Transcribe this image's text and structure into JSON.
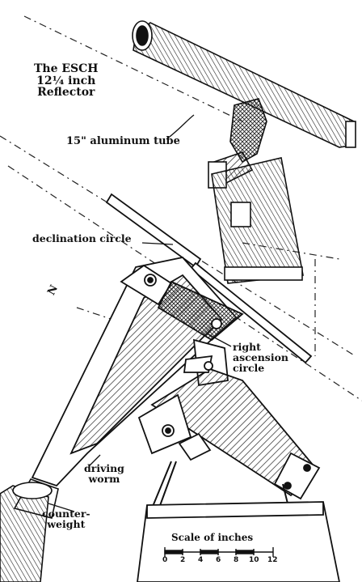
{
  "title": {
    "line1": "The ESCH",
    "line2": "12¼ inch",
    "line3": "Reflector"
  },
  "labels": {
    "tube": "15\" aluminum tube",
    "declination": "declination circle",
    "ra_line1": "right",
    "ra_line2": "ascension",
    "ra_line3": "circle",
    "drive_line1": "driving",
    "drive_line2": "worm",
    "cw_line1": "counter-",
    "cw_line2": "weight",
    "north": "N"
  },
  "scale": {
    "title": "Scale of inches",
    "ticks": [
      "0",
      "2",
      "4",
      "6",
      "8",
      "10",
      "12"
    ]
  }
}
